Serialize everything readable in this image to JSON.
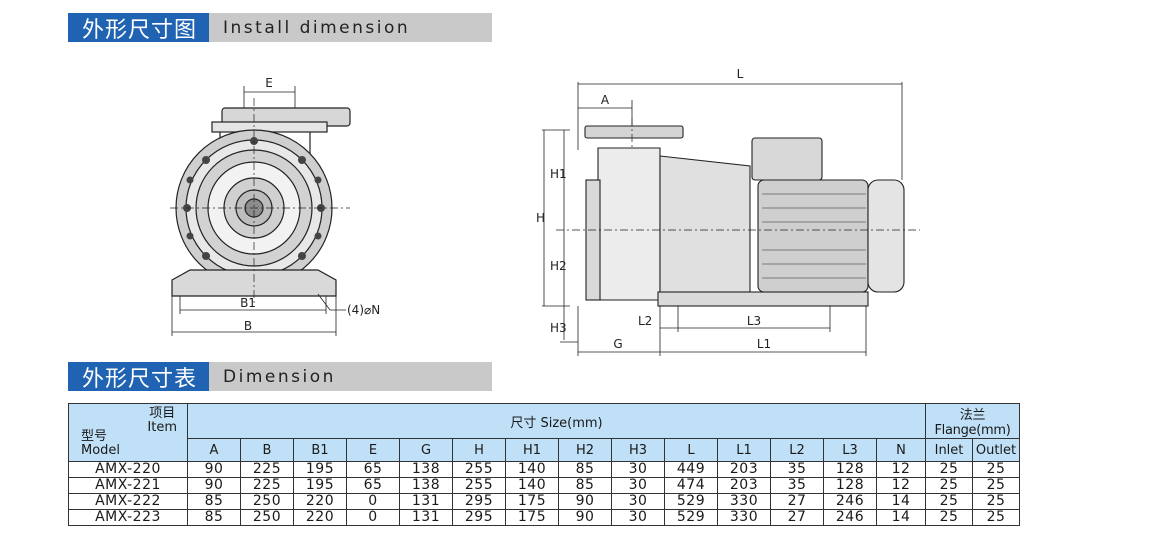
{
  "install_section": {
    "title_cn": "外形尺寸图",
    "title_en": "Install dimension"
  },
  "drawing_labels": {
    "E": "E",
    "B1": "B1",
    "B": "B",
    "holes": "(4)⌀N",
    "L": "L",
    "A": "A",
    "H": "H",
    "H1": "H1",
    "H2": "H2",
    "H3": "H3",
    "L2": "L2",
    "L3": "L3",
    "G": "G",
    "L1": "L1"
  },
  "dimension_section": {
    "title_cn": "外形尺寸表",
    "title_en": "Dimension"
  },
  "table": {
    "corner_item": "项目\nItem",
    "corner_model": "型号\nModel",
    "size_header": "尺寸 Size(mm)",
    "flange_header": "法兰 Flange(mm)",
    "columns": [
      "A",
      "B",
      "B1",
      "E",
      "G",
      "H",
      "H1",
      "H2",
      "H3",
      "L",
      "L1",
      "L2",
      "L3",
      "N",
      "Inlet",
      "Outlet"
    ],
    "rows": [
      [
        "AMX-220",
        "90",
        "225",
        "195",
        "65",
        "138",
        "255",
        "140",
        "85",
        "30",
        "449",
        "203",
        "35",
        "128",
        "12",
        "25",
        "25"
      ],
      [
        "AMX-221",
        "90",
        "225",
        "195",
        "65",
        "138",
        "255",
        "140",
        "85",
        "30",
        "474",
        "203",
        "35",
        "128",
        "12",
        "25",
        "25"
      ],
      [
        "AMX-222",
        "85",
        "250",
        "220",
        "0",
        "131",
        "295",
        "175",
        "90",
        "30",
        "529",
        "330",
        "27",
        "246",
        "14",
        "25",
        "25"
      ],
      [
        "AMX-223",
        "85",
        "250",
        "220",
        "0",
        "131",
        "295",
        "175",
        "90",
        "30",
        "529",
        "330",
        "27",
        "246",
        "14",
        "25",
        "25"
      ]
    ]
  }
}
